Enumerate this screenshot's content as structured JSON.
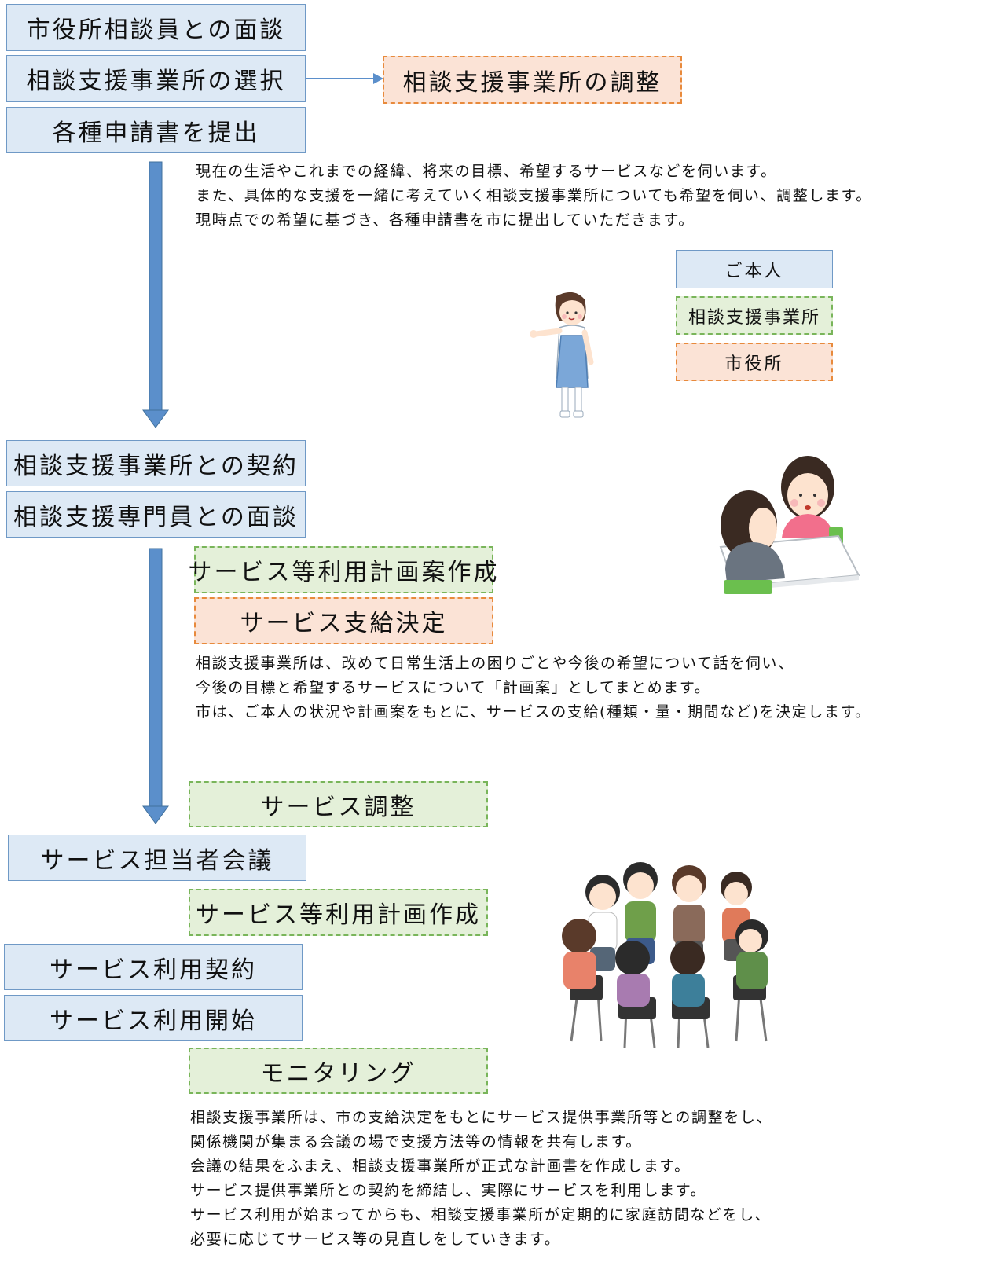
{
  "step1": {
    "interview_city": "市役所相談員との面談",
    "select_office": "相談支援事業所の選択",
    "submit_applications": "各種申請書を提出",
    "coordination": "相談支援事業所の調整",
    "description": [
      "現在の生活やこれまでの経緯、将来の目標、希望するサービスなどを伺います。",
      "また、具体的な支援を一緒に考えていく相談支援事業所についても希望を伺い、調整します。",
      "現時点での希望に基づき、各種申請書を市に提出していただきます。"
    ]
  },
  "legend": {
    "self": "ご本人",
    "office": "相談支援事業所",
    "city": "市役所"
  },
  "step2": {
    "contract_office": "相談支援事業所との契約",
    "interview_specialist": "相談支援専門員との面談",
    "draft_plan": "サービス等利用計画案作成",
    "benefit_decision": "サービス支給決定",
    "description": [
      "相談支援事業所は、改めて日常生活上の困りごとや今後の希望について話を伺い、",
      "今後の目標と希望するサービスについて「計画案」としてまとめます。",
      "市は、ご本人の状況や計画案をもとに、サービスの支給(種類・量・期間など)を決定します。"
    ]
  },
  "step3": {
    "service_coordination": "サービス調整",
    "staff_meeting": "サービス担当者会議",
    "final_plan": "サービス等利用計画作成",
    "use_contract": "サービス利用契約",
    "use_start": "サービス利用開始",
    "monitoring": "モニタリング",
    "description": [
      "相談支援事業所は、市の支給決定をもとにサービス提供事業所等との調整をし、",
      "関係機関が集まる会議の場で支援方法等の情報を共有します。",
      "会議の結果をふまえ、相談支援事業所が正式な計画書を作成します。",
      "サービス提供事業所との契約を締結し、実際にサービスを利用します。",
      "サービス利用が始まってからも、相談支援事業所が定期的に家庭訪問などをし、",
      "必要に応じてサービス等の見直しをしていきます。"
    ]
  },
  "colors": {
    "self_fill": "#dde9f5",
    "self_border": "#6f99c6",
    "office_fill": "#e4f0d9",
    "office_border": "#79b55a",
    "city_fill": "#fbe3d6",
    "city_border": "#e88a3c",
    "arrow": "#5b8fcb"
  },
  "icons": {
    "staff": "nurse-illustration",
    "interview": "two-women-interview-illustration",
    "meeting": "group-meeting-illustration"
  }
}
